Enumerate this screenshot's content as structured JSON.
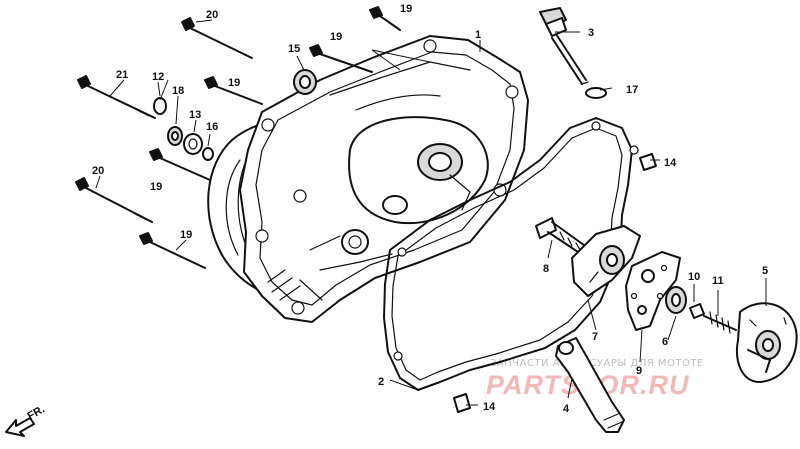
{
  "diagram": {
    "callouts": [
      {
        "id": "1",
        "label": "1"
      },
      {
        "id": "2",
        "label": "2"
      },
      {
        "id": "3",
        "label": "3"
      },
      {
        "id": "4",
        "label": "4"
      },
      {
        "id": "5",
        "label": "5"
      },
      {
        "id": "6",
        "label": "6"
      },
      {
        "id": "7",
        "label": "7"
      },
      {
        "id": "8",
        "label": "8"
      },
      {
        "id": "9",
        "label": "9"
      },
      {
        "id": "10",
        "label": "10"
      },
      {
        "id": "11",
        "label": "11"
      },
      {
        "id": "12",
        "label": "12"
      },
      {
        "id": "13",
        "label": "13"
      },
      {
        "id": "14a",
        "label": "14"
      },
      {
        "id": "14b",
        "label": "14"
      },
      {
        "id": "15",
        "label": "15"
      },
      {
        "id": "16",
        "label": "16"
      },
      {
        "id": "17",
        "label": "17"
      },
      {
        "id": "18",
        "label": "18"
      },
      {
        "id": "19a",
        "label": "19"
      },
      {
        "id": "19b",
        "label": "19"
      },
      {
        "id": "19c",
        "label": "19"
      },
      {
        "id": "19d",
        "label": "19"
      },
      {
        "id": "19e",
        "label": "19"
      },
      {
        "id": "20a",
        "label": "20"
      },
      {
        "id": "20b",
        "label": "20"
      },
      {
        "id": "21",
        "label": "21"
      }
    ],
    "front_arrow_label": "FR.",
    "watermark": {
      "top_line": "ЗАПЧАСТИ АКСЕССУАРЫ ДЛЯ МОТОТЕ",
      "brand": "PARTSFOR.RU"
    }
  }
}
